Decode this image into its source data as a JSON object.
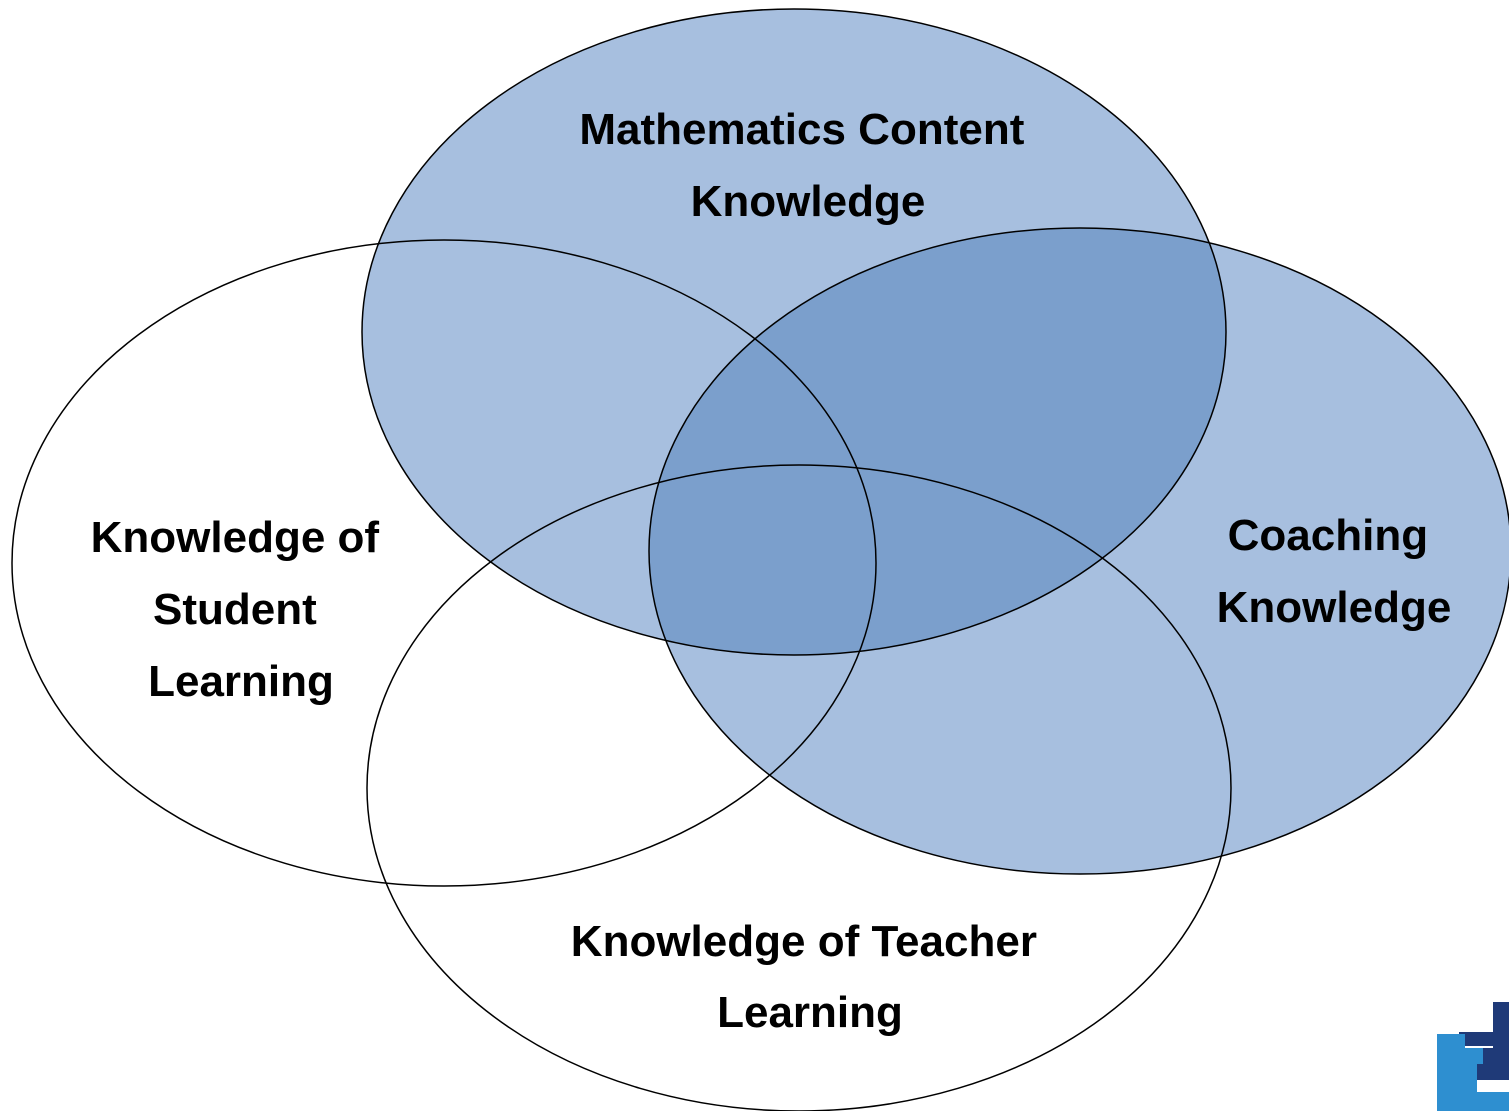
{
  "diagram": {
    "type": "venn",
    "circles": {
      "math": {
        "lines": [
          "Mathematics Content",
          "Knowledge"
        ],
        "filled": true
      },
      "coaching": {
        "lines": [
          "Coaching",
          "Knowledge"
        ],
        "filled": true
      },
      "student": {
        "lines": [
          "Knowledge of",
          "Student",
          "Learning"
        ],
        "filled": false
      },
      "teacher": {
        "lines": [
          "Knowledge of Teacher",
          "Learning"
        ],
        "filled": false
      }
    },
    "colors": {
      "fill": "#a7bfdf",
      "overlap": "#7b9fcc",
      "stroke": "#000000",
      "logo_dark": "#1f3a78",
      "logo_light": "#2e8fd0"
    },
    "logo": {
      "icon": "building-blocks-logo-icon"
    }
  }
}
